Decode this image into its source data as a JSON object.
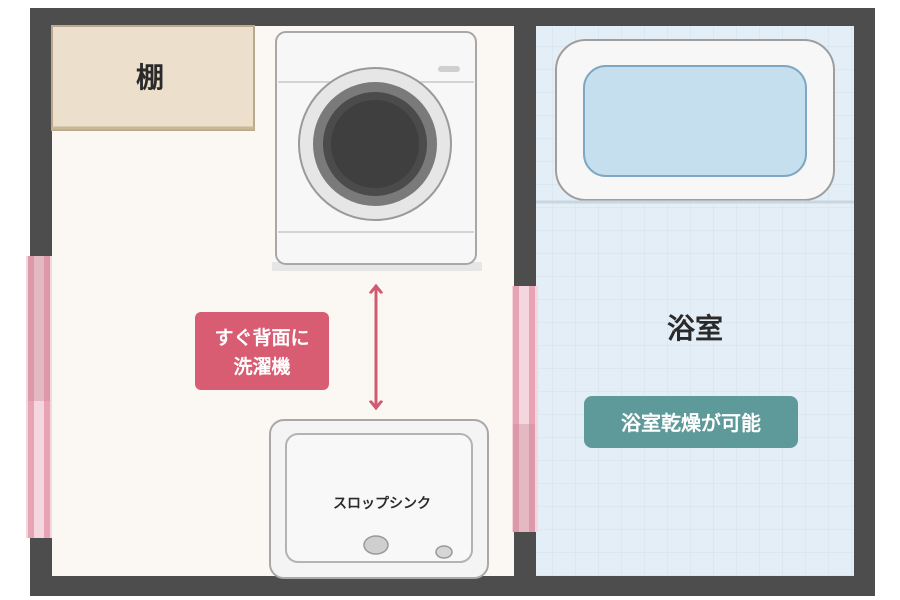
{
  "labels": {
    "shelf": "棚",
    "behind_label_line1": "すぐ背面に",
    "behind_label_line2": "洗濯機",
    "sink": "スロップシンク",
    "bathroom": "浴室",
    "bathroom_feature": "浴室乾燥が可能"
  },
  "colors": {
    "wall": "#4d4d4d",
    "utility_floor": "#fbf8f3",
    "bath_floor": "#e4eef6",
    "shelf": "#ecdfcc",
    "pink_badge": "#d95d72",
    "teal_badge": "#5e9a9a",
    "arrow": "#d05a70",
    "door": "#e8a4b4",
    "tub_water": "#c5dfee"
  }
}
